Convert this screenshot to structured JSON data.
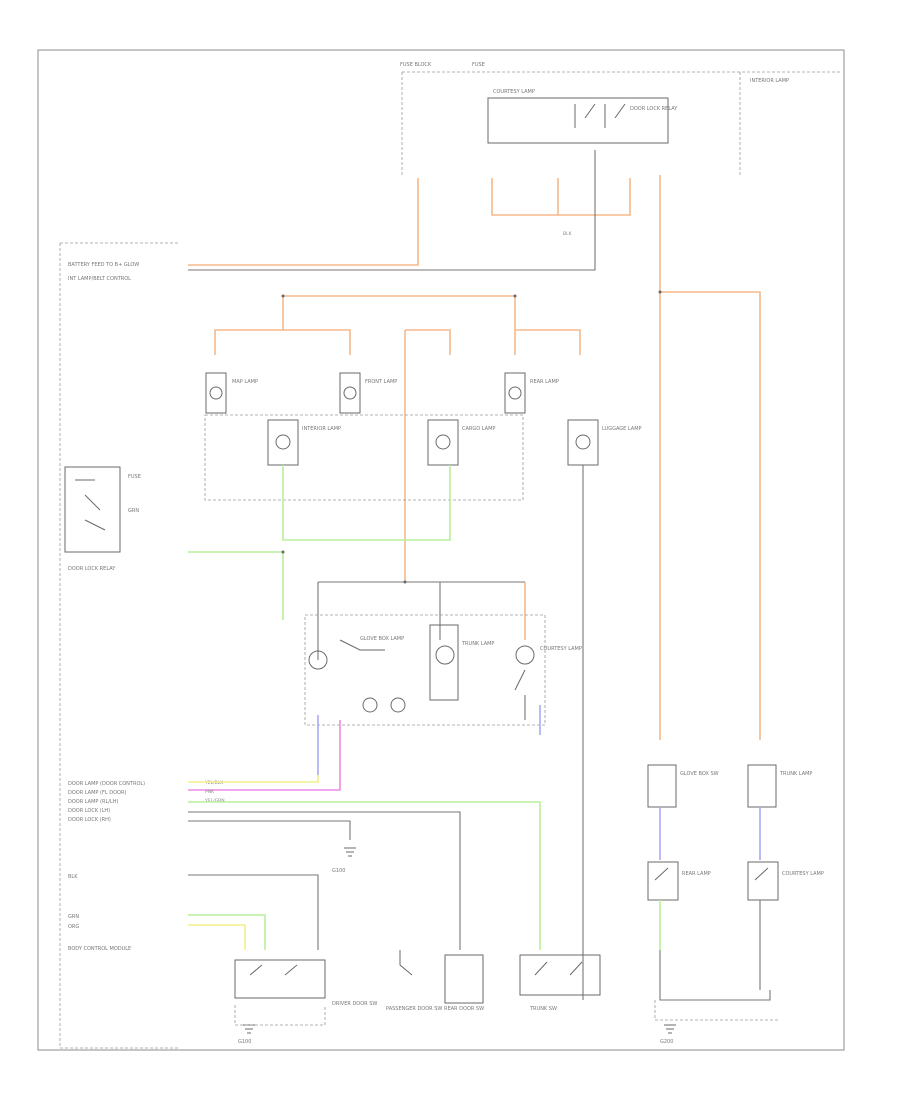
{
  "diagram": {
    "footer_code": "",
    "background": "#ffffff",
    "wire_colors": {
      "orange": "#f5b98a",
      "green": "#b7ef9a",
      "yellow": "#f2ef8a",
      "pink": "#f08ae6",
      "blue": "#a9a9f5",
      "black": "#777777"
    },
    "labels": {
      "battery_feed": "BATTERY FEED TO B+ GLOW",
      "lamp_control": "INT LAMP/BELT CONTROL",
      "door_lamp_down": "DOOR LAMP (DOOR CONTROL)",
      "door_lamp_fl": "DOOR LAMP (FL DOOR)",
      "door_lamp_rl": "DOOR LAMP (RL/LH)",
      "door_lock_lh": "DOOR LOCK (LH)",
      "door_lock_rh": "DOOR LOCK (RH)",
      "yellow_label": "YEL/BLK",
      "pink_label": "PNK",
      "yellow2_label": "YEL/GRN",
      "body_control": "BODY CONTROL MODULE",
      "door_lock_relay": "DOOR LOCK RELAY",
      "interior_lamp": "INTERIOR LAMP",
      "cargo_lamp": "CARGO LAMP",
      "glove_box_lamp": "GLOVE BOX LAMP",
      "trunk_lamp": "TRUNK LAMP",
      "map_lamp": "MAP LAMP",
      "front_lamp": "FRONT LAMP",
      "rear_lamp": "REAR LAMP",
      "courtesy_lamp": "COURTESY LAMP",
      "luggage_lamp": "LUGGAGE LAMP",
      "passenger_door_sw": "PASSENGER DOOR SW",
      "driver_door_sw": "DRIVER DOOR SW",
      "rear_door_sw": "REAR DOOR SW",
      "glove_box_sw": "GLOVE BOX SW",
      "trunk_sw": "TRUNK SW",
      "fuse": "FUSE",
      "fuse_block": "FUSE BLOCK",
      "g100": "G100",
      "g200": "G200",
      "wire_blk": "BLK",
      "wire_org": "ORG",
      "wire_grn": "GRN"
    }
  }
}
